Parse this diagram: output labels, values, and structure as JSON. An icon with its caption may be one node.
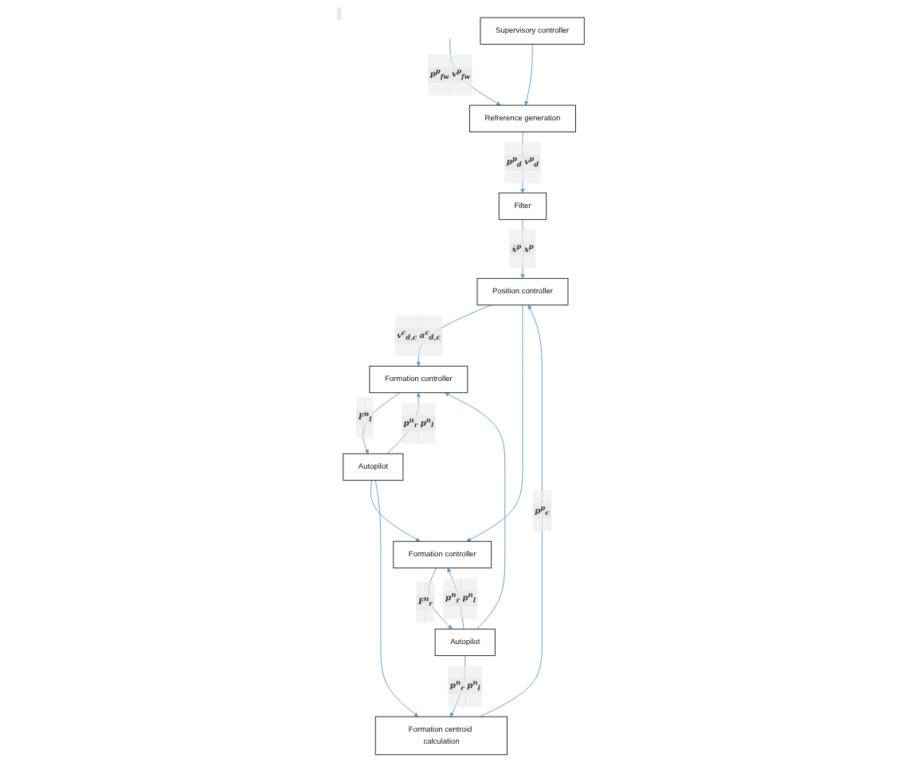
{
  "diagram": {
    "nodes": [
      {
        "text": [
          "Supervisory controller"
        ]
      },
      {
        "text": [
          "Refrerence generation"
        ]
      },
      {
        "text": [
          "Filter"
        ]
      },
      {
        "text": [
          "Position controller"
        ]
      },
      {
        "text": [
          "Formation controller"
        ]
      },
      {
        "text": [
          "Autopilot"
        ]
      },
      {
        "text": [
          "Formation controller"
        ]
      },
      {
        "text": [
          "Autopilot"
        ]
      },
      {
        "text": [
          "Formation centroid calculation"
        ]
      }
    ],
    "edges": [
      {
        "from": null,
        "to": 1,
        "arrow": "to",
        "label": "p$^{p}$$_{fw}$ v$^{p}$$_{fw}$"
      },
      {
        "from": 0,
        "to": 1,
        "arrow": "to"
      },
      {
        "from": 1,
        "to": 2,
        "arrow": "to",
        "label": "p$^{p}$$_{d}$ v$^{p}$$_{d}$"
      },
      {
        "from": 2,
        "to": 3,
        "arrow": "to",
        "label": "ẋ$^{p}$ x$^{p}$"
      },
      {
        "from": 3,
        "to": 4,
        "arrow": "to",
        "label": "v$^{c}$$_{d,c}$ a$^{c}$$_{d,c}$"
      },
      {
        "from": 3,
        "to": 6,
        "arrow": "to"
      },
      {
        "from": 4,
        "to": 5,
        "arrow": "to",
        "label": "F$^{n}$$_{l}$"
      },
      {
        "from": 6,
        "to": 7,
        "arrow": "to",
        "label": "F$^{n}$$_{r}$"
      },
      {
        "from": 5,
        "to": 4,
        "arrow": "to",
        "label": "p$^{n}$$_{r}$ p$^{n}$$_{l}$"
      },
      {
        "from": 7,
        "to": 4,
        "arrow": "to"
      },
      {
        "from": 5,
        "to": 6,
        "arrow": "to"
      },
      {
        "from": 7,
        "to": 6,
        "arrow": "to",
        "label": "p$^{n}$$_{r}$ p$^{n}$$_{l}$"
      },
      {
        "from": 5,
        "to": 8,
        "arrow": "to"
      },
      {
        "from": 7,
        "to": 8,
        "arrow": "to",
        "label": "p$^{n}$$_{r}$ p$^{n}$$_{l}$"
      },
      {
        "from": 8,
        "to": 3,
        "arrow": "to",
        "label": "p$^{p}$$_{c}$"
      }
    ]
  }
}
